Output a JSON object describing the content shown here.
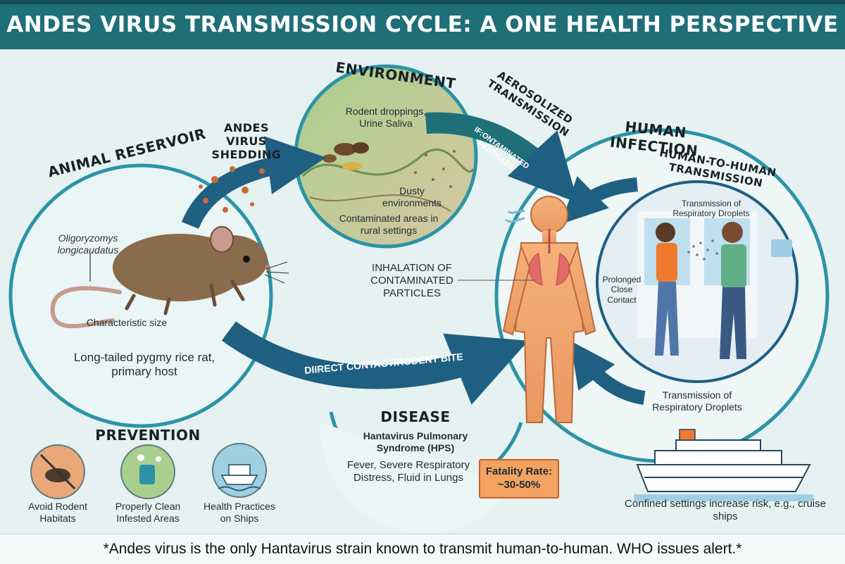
{
  "title": "ANDES VIRUS TRANSMISSION CYCLE: A ONE HEALTH PERSPECTIVE",
  "sections": {
    "reservoir": {
      "heading": "ANIMAL RESERVOIR",
      "species": "Oligoryzomys longicaudatus",
      "size_label": "Characteristic size",
      "host_note": "Long-tailed pygmy rice rat, primary host"
    },
    "shedding": {
      "label": "ANDES VIRUS SHEDDING"
    },
    "environment": {
      "heading": "ENVIRONMENT",
      "droppings": "Rodent droppings, Urine Saliva",
      "dusty": "Dusty environments",
      "contaminated": "Contaminated areas in rural settings"
    },
    "aerosol": {
      "label": "AEROSOLIZED TRANSMISSION",
      "arrow_text": "IF:ONTAMINATED PARTICLES"
    },
    "human": {
      "heading": "HUMAN INFECTION",
      "inhalation": "INHALATION OF CONTAMINATED PARTICLES"
    },
    "h2h": {
      "heading": "HUMAN-TO-HUMAN TRANSMISSION",
      "droplets_top": "Transmission of Respiratory Droplets",
      "contact": "Prolonged Close Contact",
      "droplets_bottom": "Transmission of Respiratory Droplets"
    },
    "direct": {
      "arrow_text": "DIIRECT CONTACT/RODENT BITE"
    },
    "disease": {
      "heading": "DISEASE",
      "name": "Hantavirus Pulmonary Syndrome (HPS)",
      "symptoms": "Fever, Severe Respiratory Distress, Fluid in Lungs",
      "fatality_label": "Fatality Rate:",
      "fatality_value": "~30-50%"
    },
    "prevention": {
      "heading": "PREVENTION",
      "items": [
        {
          "label": "Avoid Rodent Habitats",
          "icon": "no-rodent-icon"
        },
        {
          "label": "Properly Clean Infested Areas",
          "icon": "cleaning-icon"
        },
        {
          "label": "Health Practices on Ships",
          "icon": "ship-icon"
        }
      ]
    },
    "ship": {
      "caption": "Confined settings increase risk, e.g., cruise ships"
    }
  },
  "footer": "*Andes virus is the only Hantavirus strain known to transmit human-to-human. WHO issues alert.*",
  "colors": {
    "header": "#1f6f78",
    "background": "#e6f1f1",
    "arrow": "#1f5f82",
    "circle": "#2c93a6",
    "fatality": "#f4a261"
  }
}
